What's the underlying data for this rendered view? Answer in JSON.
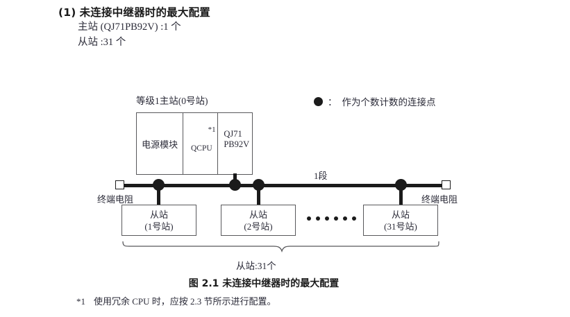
{
  "heading": {
    "number": "(1)",
    "title": "未连接中继器时的最大配置",
    "line1": "主站 (QJ71PB92V) :1 个",
    "line2": "从站 :31 个"
  },
  "legend": {
    "icon": "filled-circle-icon",
    "colon": "：",
    "text": "作为个数计数的连接点"
  },
  "diagram": {
    "master": {
      "label": "等级1主站(0号站)",
      "cells": [
        {
          "name": "power-module",
          "text": "电源模块"
        },
        {
          "name": "qcpu",
          "text": "QCPU",
          "footnote": "*1"
        },
        {
          "name": "qj71pb92v",
          "line1": "QJ71",
          "line2": "PB92V"
        }
      ]
    },
    "bus": {
      "segment_label": "1段",
      "terminator_left_label": "终端电阻",
      "terminator_right_label": "终端电阻"
    },
    "slaves": [
      {
        "name": "slave-1",
        "line1": "从站",
        "line2": "(1号站)"
      },
      {
        "name": "slave-2",
        "line1": "从站",
        "line2": "(2号站)"
      },
      {
        "name": "slave-31",
        "line1": "从站",
        "line2": "(31号站)"
      }
    ],
    "ellipsis_count": 6,
    "brace_label": "从站:31个"
  },
  "caption": "图 2.1  未连接中继器时的最大配置",
  "footnote": {
    "mark": "*1",
    "text": "使用冗余 CPU 时，应按 2.3 节所示进行配置。"
  },
  "colors": {
    "text": "#2b2b38",
    "ink": "#1b1b1b",
    "box_border": "#58585b",
    "heading": "#1a1a1a"
  }
}
